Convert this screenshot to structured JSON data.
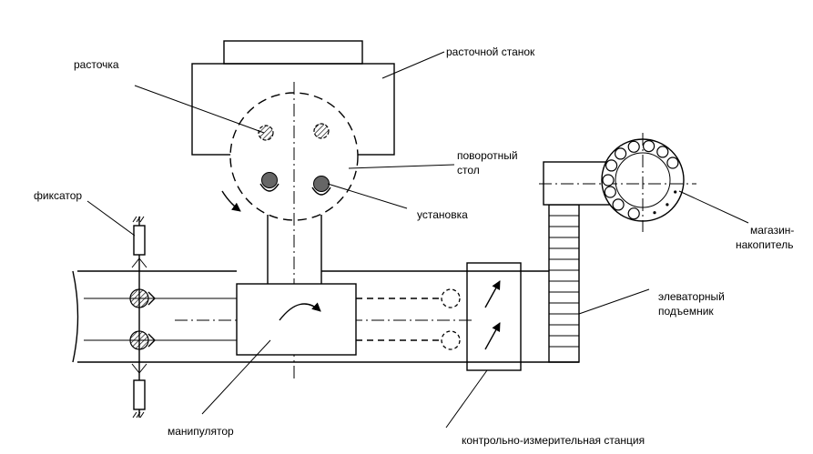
{
  "labels": {
    "boring": "расточка",
    "boring_machine": "расточной станок",
    "rotary_table_1": "поворотный",
    "rotary_table_2": "стол",
    "fixture": "установка",
    "clamp": "фиксатор",
    "magazine_1": "магазин-",
    "magazine_2": "накопитель",
    "elevator_1": "элеваторный",
    "elevator_2": "подъемник",
    "manipulator": "манипулятор",
    "measuring_station": "контрольно-измерительная станция"
  },
  "colors": {
    "line": "#000000",
    "part_fill": "#666666",
    "background": "#ffffff"
  }
}
